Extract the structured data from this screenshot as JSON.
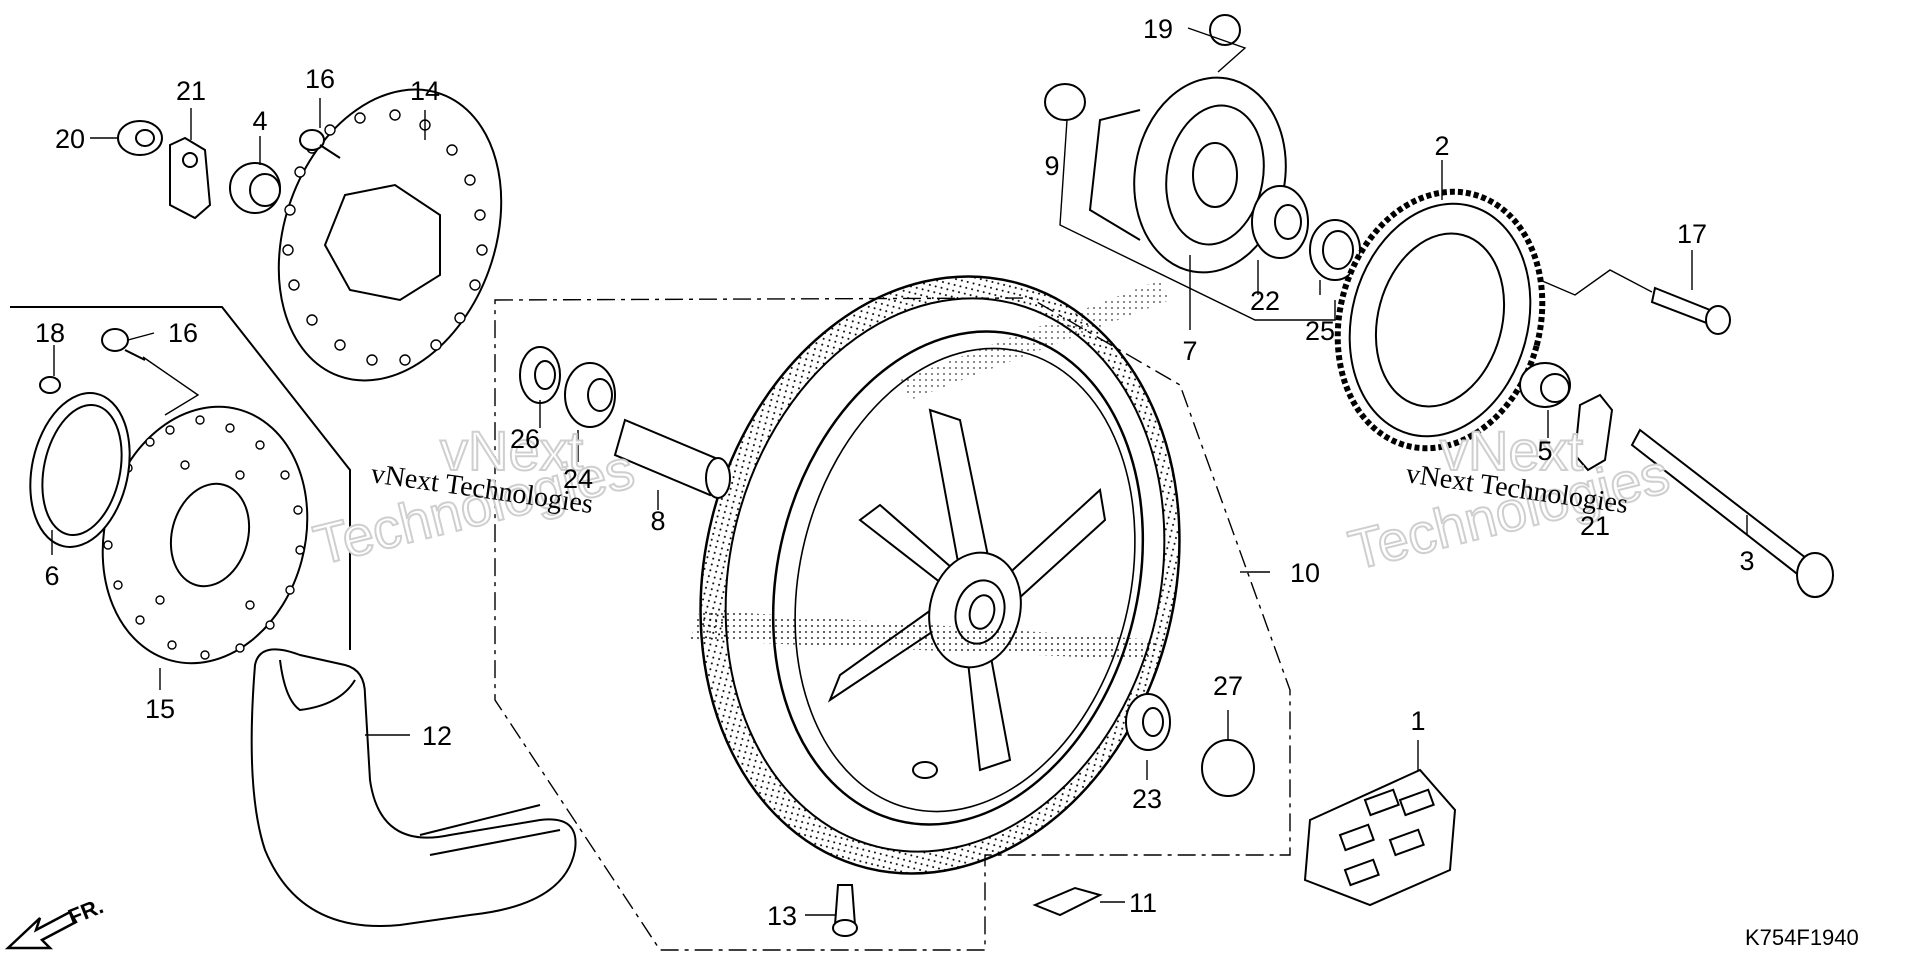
{
  "diagram_code": "K754F1940",
  "direction_label": "FR.",
  "watermark": {
    "line1": "vNext Technologies",
    "big_line1": "vNext",
    "big_line2": "Technologies"
  },
  "callouts": {
    "c1": "1",
    "c2": "2",
    "c3": "3",
    "c4": "4",
    "c5": "5",
    "c6": "6",
    "c7": "7",
    "c8": "8",
    "c9": "9",
    "c10": "10",
    "c11": "11",
    "c12": "12",
    "c13": "13",
    "c14": "14",
    "c15": "15",
    "c16a": "16",
    "c16b": "16",
    "c17": "17",
    "c18": "18",
    "c19": "19",
    "c20": "20",
    "c21a": "21",
    "c21b": "21",
    "c22": "22",
    "c23": "23",
    "c24": "24",
    "c25": "25",
    "c26": "26",
    "c27": "27"
  }
}
